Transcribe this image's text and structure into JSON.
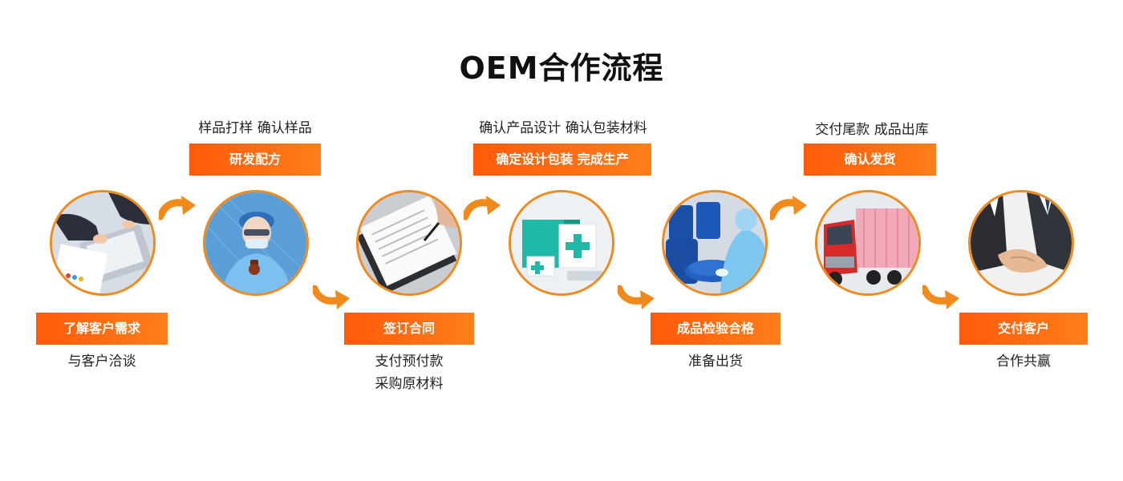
{
  "title": "OEM合作流程",
  "steps": [
    {
      "tag": "了解客户需求",
      "notes": [
        "与客户洽谈"
      ],
      "image": "handshake-meeting-icon"
    },
    {
      "tag": "研发配方",
      "notes": [
        "样品打样 确认样品"
      ],
      "image": "lab-scientist-icon"
    },
    {
      "tag": "签订合同",
      "notes": [
        "支付预付款",
        "采购原材料"
      ],
      "image": "contract-signing-icon"
    },
    {
      "tag": "确定设计包装 完成生产",
      "notes": [
        "确认产品设计 确认包装材料"
      ],
      "image": "product-packaging-icon"
    },
    {
      "tag": "成品检验合格",
      "notes": [
        "准备出货"
      ],
      "image": "barrels-inspection-icon"
    },
    {
      "tag": "确认发货",
      "notes": [
        "交付尾款 成品出库"
      ],
      "image": "delivery-truck-icon"
    },
    {
      "tag": "交付客户",
      "notes": [
        "合作共赢"
      ],
      "image": "business-handshake-icon"
    }
  ],
  "colors": {
    "accent": "#ff6a10",
    "ring": "#f08a1c"
  }
}
